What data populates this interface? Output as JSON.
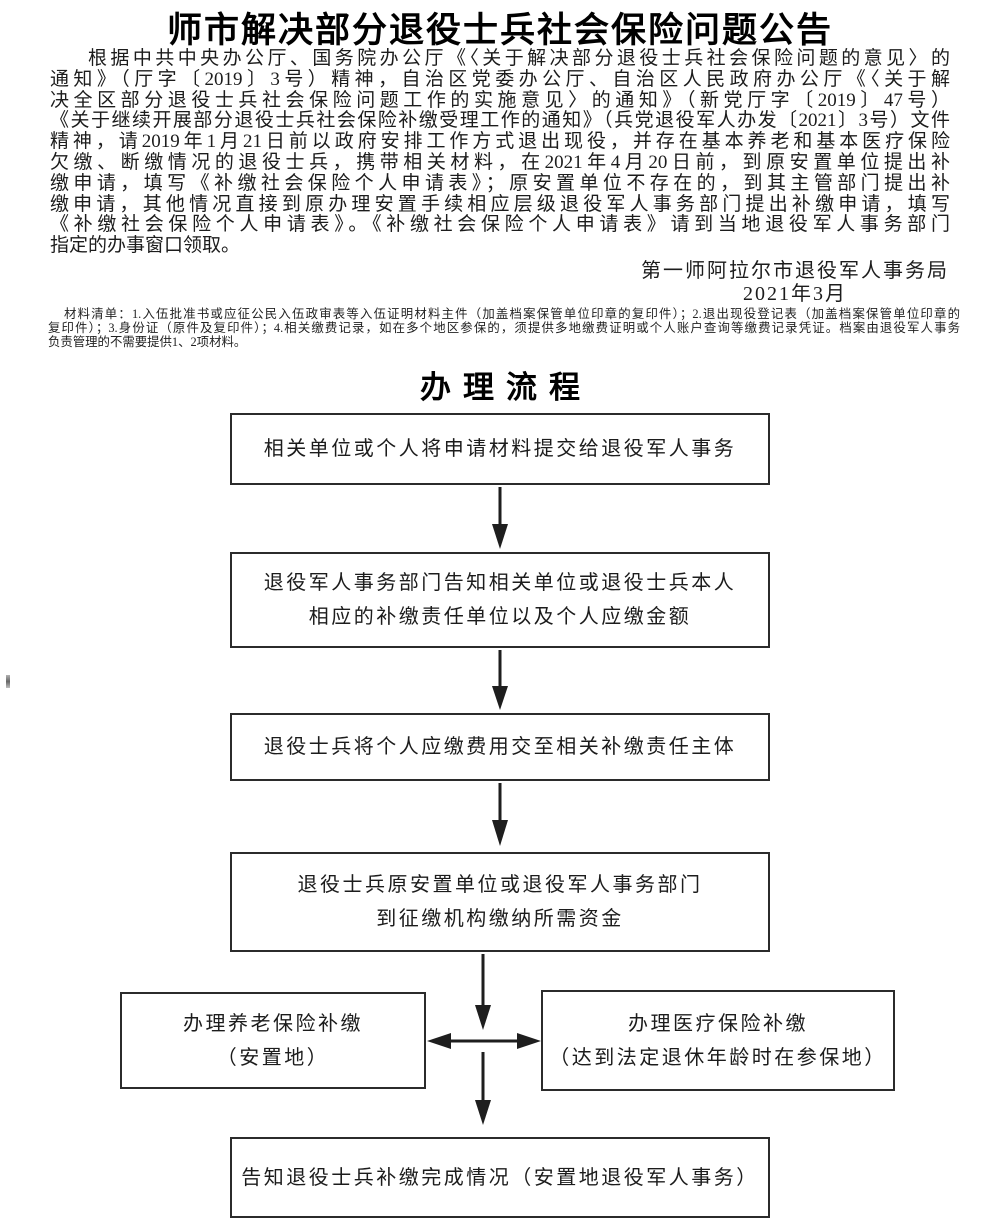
{
  "page": {
    "title": "师市解决部分退役士兵社会保险问题公告"
  },
  "notice": {
    "body_lines": [
      "根据中共中央办公厅、国务院办公厅《〈关于解决部分退役士兵社会保险问题的意见〉的",
      "通知》（厅字〔2019〕3号）精神，自治区党委办公厅、自治区人民政府办公厅《〈关于解",
      "决全区部分退役士兵社会保险问题工作的实施意见〉的通知》（新党厅字〔2019〕47号）",
      "《关于继续开展部分退役士兵社会保险补缴受理工作的通知》（兵党退役军人办发〔2021〕3号）文件",
      "精神，请2019年1月21日前以政府安排工作方式退出现役，并存在基本养老和基本医疗保险",
      "欠缴、断缴情况的退役士兵，携带相关材料，在2021年4月20日前，到原安置单位提出补",
      "缴申请，填写《补缴社会保险个人申请表》；原安置单位不存在的，到其主管部门提出补",
      "缴申请，其他情况直接到原办理安置手续相应层级退役军人事务部门提出补缴申请，填写",
      "《补缴社会保险个人申请表》。《补缴社会保险个人申请表》请到当地退役军人事务部门",
      "指定的办事窗口领取。"
    ],
    "signature": "第一师阿拉尔市退役军人事务局",
    "date": "2021年3月",
    "materials_note_lines": [
      "材料清单：1.入伍批准书或应征公民入伍政审表等入伍证明材料主件（加盖档案保管单位印章的复印件）；2.退出现役登记表（加盖档案保管单位印章的",
      "复印件）；3.身份证（原件及复印件）；4.相关缴费记录，如在多个地区参保的，须提供多地缴费证明或个人账户查询等缴费记录凭证。档案由退役军人事务",
      "负责管理的不需要提供1、2项材料。"
    ]
  },
  "flowchart": {
    "title": "办理流程",
    "steps": [
      {
        "id": "step1",
        "lines": [
          "相关单位或个人将申请材料提交给退役军人事务"
        ]
      },
      {
        "id": "step2",
        "lines": [
          "退役军人事务部门告知相关单位或退役士兵本人",
          "相应的补缴责任单位以及个人应缴金额"
        ]
      },
      {
        "id": "step3",
        "lines": [
          "退役士兵将个人应缴费用交至相关补缴责任主体"
        ]
      },
      {
        "id": "step4",
        "lines": [
          "退役士兵原安置单位或退役军人事务部门",
          "到征缴机构缴纳所需资金"
        ]
      },
      {
        "id": "branch-left",
        "lines": [
          "办理养老保险补缴",
          "（安置地）"
        ]
      },
      {
        "id": "branch-right",
        "lines": [
          "办理医疗保险补缴",
          "（达到法定退休年龄时在参保地）"
        ]
      },
      {
        "id": "final",
        "lines": [
          "告知退役士兵补缴完成情况（安置地退役军人事务）"
        ]
      }
    ]
  },
  "colors": {
    "background": "#ffffff",
    "ink": "#1c1c1c",
    "box_border": "#2b2b2b",
    "arrow": "#1e1e1e"
  }
}
